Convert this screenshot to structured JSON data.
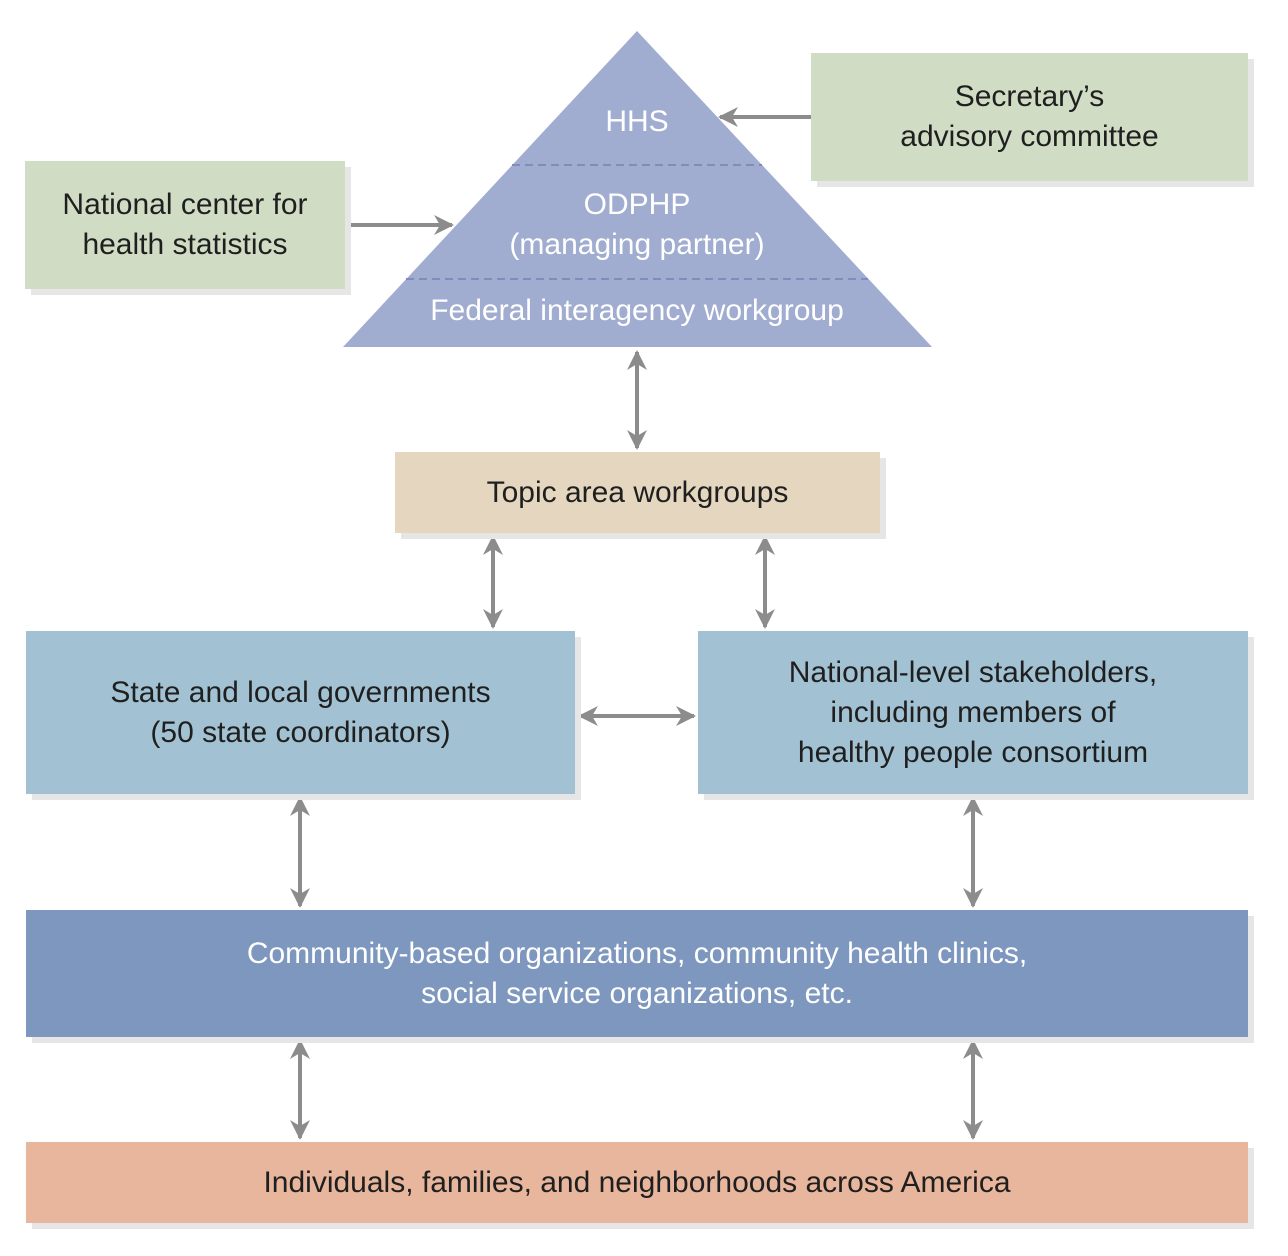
{
  "pyramid": {
    "hhs": "HHS",
    "odphp": "ODPHP\n(managing partner)",
    "federal": "Federal interagency workgroup"
  },
  "boxes": {
    "secretary": "Secretary’s\nadvisory committee",
    "nchs": "National center for\nhealth statistics",
    "topic": "Topic area workgroups",
    "state": "State and local governments\n(50 state coordinators)",
    "national": "National-level stakeholders,\nincluding members of\nhealthy people consortium",
    "community": "Community-based organizations, community health clinics,\nsocial service organizations, etc.",
    "individuals": "Individuals, families, and neighborhoods across America"
  },
  "colors": {
    "pyramid": "#a0acd0",
    "pyramid_divider": "#7f8dbc",
    "arrow": "#8c8c8c",
    "green_box": "#d1dcc4",
    "tan_box": "#e5d6bf",
    "light_blue_box": "#a2c2d3",
    "dark_blue_box": "#7e97be",
    "salmon_box": "#e8b69c"
  }
}
